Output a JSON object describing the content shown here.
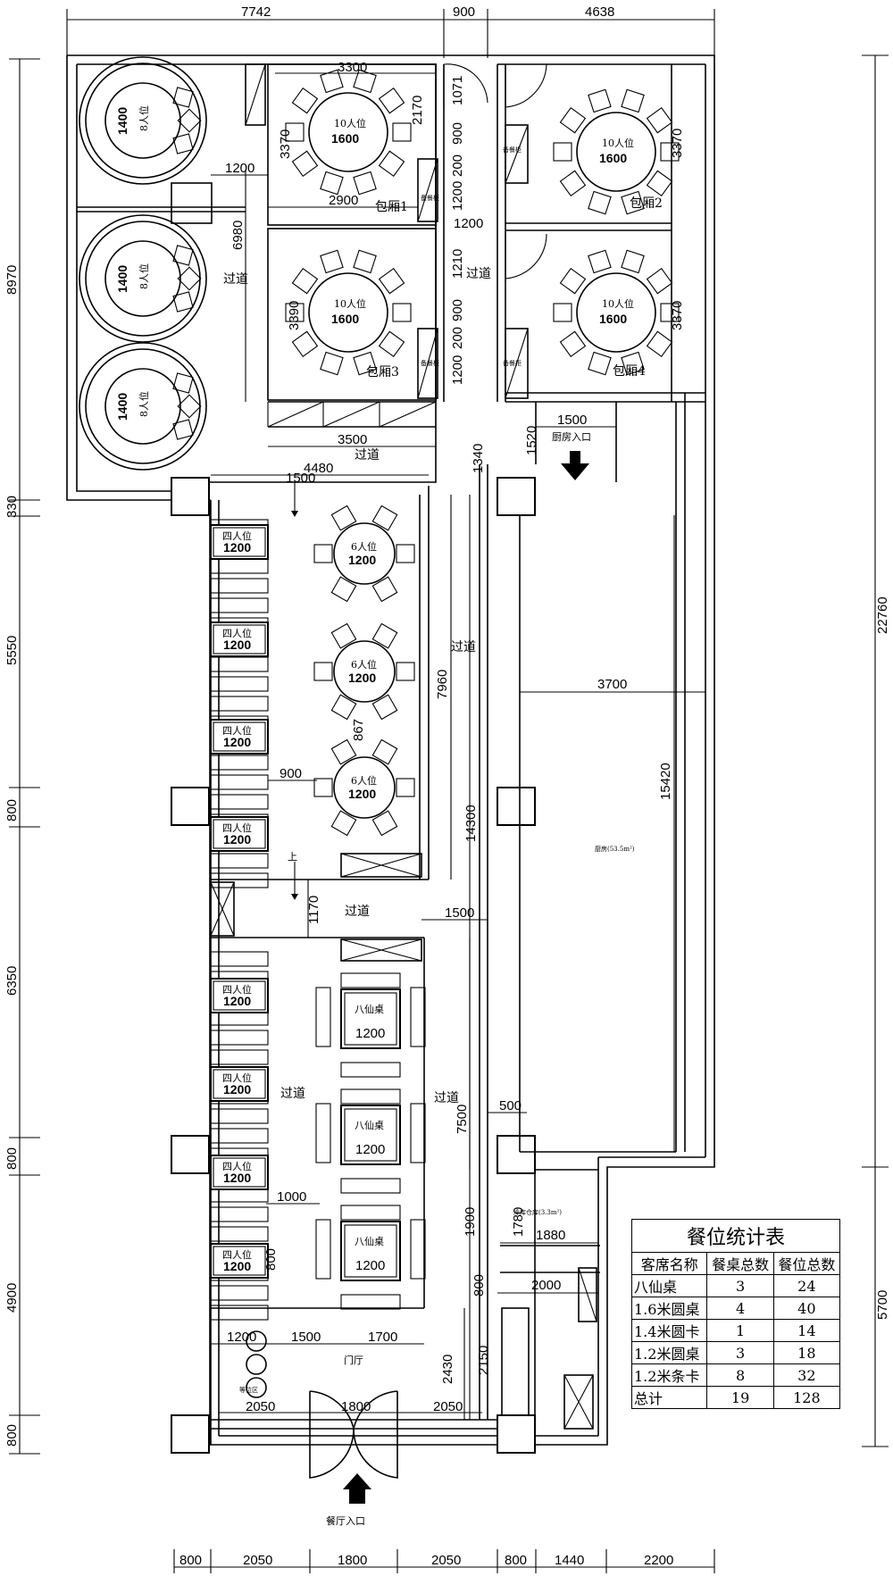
{
  "top_dims": [
    "7742",
    "900",
    "4638"
  ],
  "bottom_dims": [
    "800",
    "2050",
    "1800",
    "2050",
    "800",
    "1440",
    "2200"
  ],
  "left_dims": [
    "8970",
    "330",
    "5550",
    "800",
    "6350",
    "800",
    "4900",
    "800"
  ],
  "right_dims": [
    "22760",
    "5700"
  ],
  "rooms": {
    "vip1": "包厢1",
    "vip2": "包厢2",
    "vip3": "包厢3",
    "vip4": "包厢4",
    "corridor": "过道",
    "kitchen_entry": "厨房入口",
    "kitchen": "厨房(53.5m²)",
    "cold_store": "冷库仓库(3.3m²)",
    "lobby": "门厅",
    "waiting": "等位区",
    "entrance": "餐厅入口",
    "cabinet": "备餐柜",
    "up": "上"
  },
  "tables": {
    "seat10": "10人位",
    "seat8": "8人位",
    "seat6": "6人位",
    "seat4": "四人位",
    "bxz": "八仙桌",
    "d1600": "1600",
    "d1400": "1400",
    "d1200": "1200"
  },
  "inner_dims": {
    "d3300": "3300",
    "d2170": "2170",
    "d1071": "1071",
    "d3370": "3370",
    "d900": "900",
    "d200": "200",
    "d1200": "1200",
    "d2900": "2900",
    "d6980": "6980",
    "d1210": "1210",
    "d3390": "3390",
    "d3370b": "3370",
    "d3500": "3500",
    "d1500": "1500",
    "d1520": "1520",
    "d4480": "4480",
    "d1340": "1340",
    "d7960": "7960",
    "d3700": "3700",
    "d15420": "15420",
    "d867": "867",
    "d14300": "14300",
    "d1170": "1170",
    "d7500": "7500",
    "d500": "500",
    "d1000": "1000",
    "d1780": "1780",
    "d1880": "1880",
    "d1900": "1900",
    "d800": "800",
    "d2000": "2000",
    "d1700": "1700",
    "d2430": "2430",
    "d2150": "2150",
    "d2050": "2050",
    "d1800": "1800"
  },
  "stat_table": {
    "title": "餐位统计表",
    "headers": [
      "客席名称",
      "餐桌总数",
      "餐位总数"
    ],
    "rows": [
      [
        "八仙桌",
        "3",
        "24"
      ],
      [
        "1.6米圆桌",
        "4",
        "40"
      ],
      [
        "1.4米圆卡",
        "1",
        "14"
      ],
      [
        "1.2米圆桌",
        "3",
        "18"
      ],
      [
        "1.2米条卡",
        "8",
        "32"
      ],
      [
        "总计",
        "19",
        "128"
      ]
    ]
  }
}
